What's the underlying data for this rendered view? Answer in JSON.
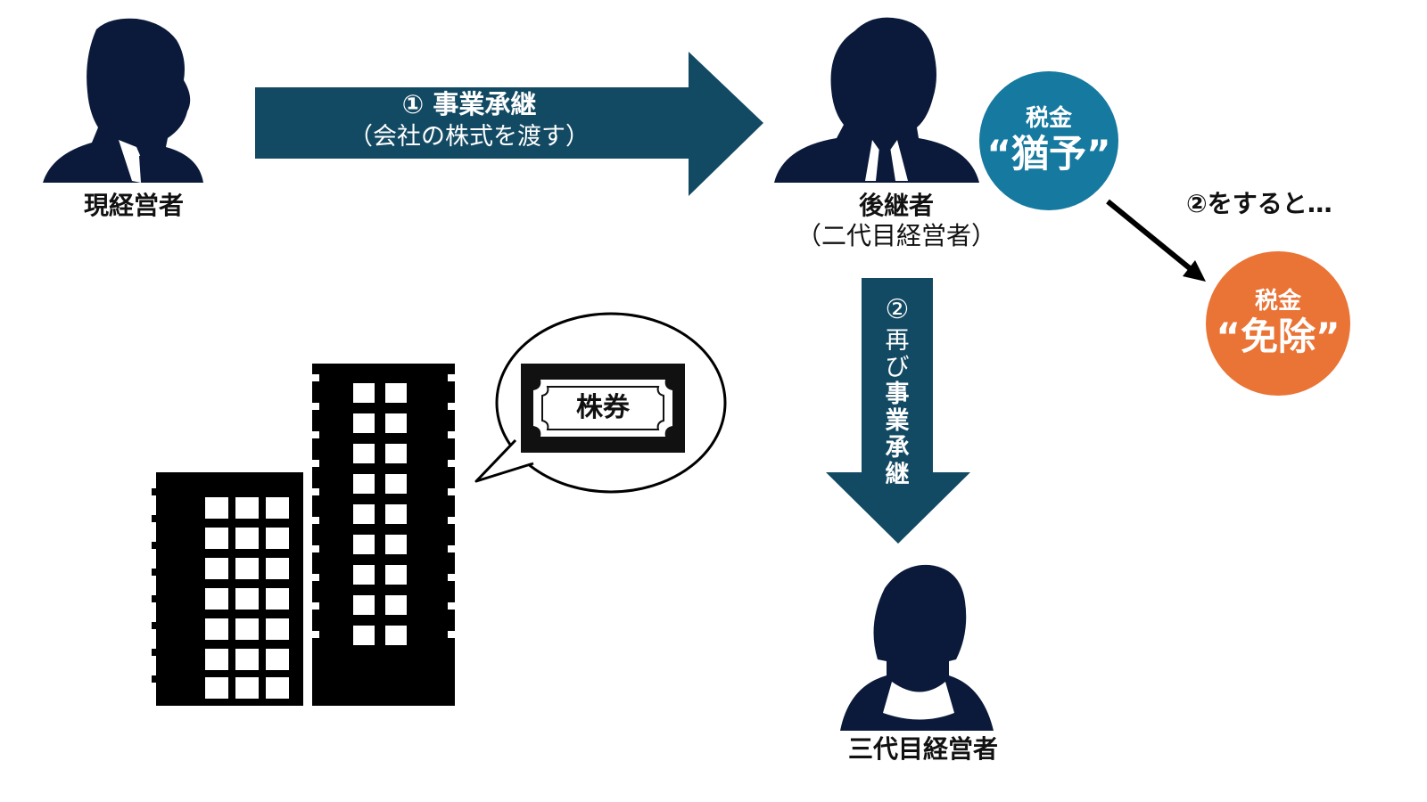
{
  "people": {
    "current": {
      "label": "現経営者"
    },
    "successor": {
      "label": "後継者",
      "sublabel": "（二代目経営者）"
    },
    "third": {
      "label": "三代目経営者"
    }
  },
  "arrows": {
    "first": {
      "title": "① 事業承継",
      "subtitle": "（会社の株式を渡す）"
    },
    "second": {
      "circled": "②",
      "chars": [
        "再",
        "び",
        "事",
        "業",
        "承",
        "継"
      ]
    }
  },
  "tax": {
    "deferral": {
      "top": "税金",
      "main": "“猶予”"
    },
    "exemption": {
      "top": "税金",
      "main": "“免除”"
    },
    "condition": "②をすると…"
  },
  "speech": {
    "stock_label": "株券"
  },
  "colors": {
    "silhouette": "#0b1a3a",
    "arrow": "#134a63",
    "deferral": "#1679a0",
    "exemption": "#ea7436"
  }
}
